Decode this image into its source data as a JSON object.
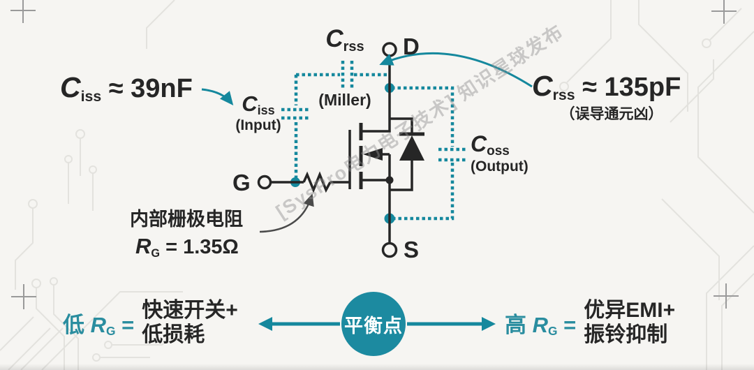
{
  "colors": {
    "teal": "#15889d",
    "teal-text": "#2a8d9f",
    "circle": "#1c8aa0",
    "ink": "#262626"
  },
  "callouts": {
    "ciss": {
      "sym": "C",
      "sub": "iss",
      "value": " ≈ 39nF"
    },
    "crss": {
      "sym": "C",
      "sub": "rss",
      "value": " ≈ 135pF",
      "note": "（误导通元凶）"
    },
    "rg": {
      "title": "内部栅极电阻",
      "sym": "R",
      "sub": "G",
      "value": " = 1.35Ω"
    }
  },
  "capacitors": {
    "ciss": {
      "sym": "C",
      "sub": "iss",
      "role": "(Input)"
    },
    "crss": {
      "sym": "C",
      "sub": "rss",
      "role": "(Miller)"
    },
    "coss": {
      "sym": "C",
      "sub": "oss",
      "role": "(Output)"
    }
  },
  "terminals": {
    "drain": "D",
    "gate": "G",
    "source": "S"
  },
  "tradeoff": {
    "low": {
      "prefix": "低 ",
      "sym": "R",
      "sub": "G",
      "eq": " =",
      "line1": "快速开关+",
      "line2": "低损耗"
    },
    "balance": "平衡点",
    "high": {
      "prefix": "高 ",
      "sym": "R",
      "sub": "G",
      "eq": " =",
      "line1": "优异EMI+",
      "line2": "振铃抑制"
    }
  },
  "watermark": "[SysPro电力电子技术] 知识星球发布"
}
